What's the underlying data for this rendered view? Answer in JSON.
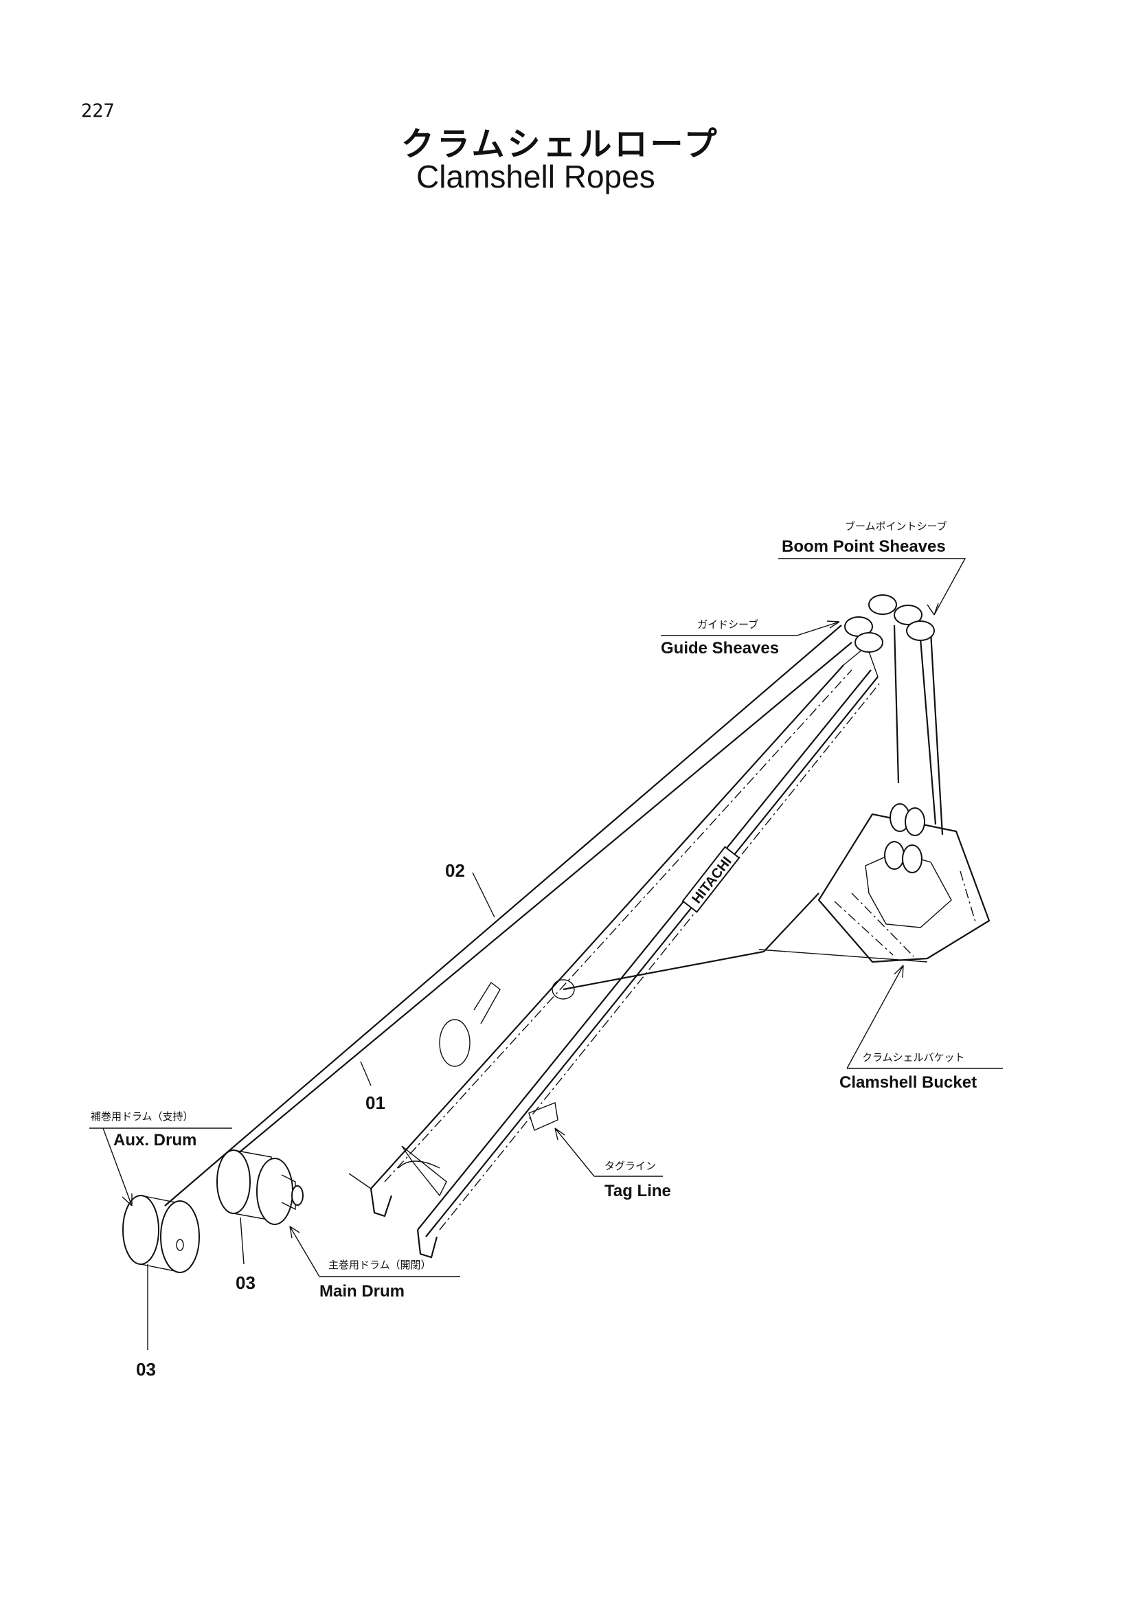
{
  "page_number": "227",
  "title_jp": "クラムシェルロープ",
  "title_en": "Clamshell Ropes",
  "labels": {
    "boom_point_sheaves": {
      "jp": "ブームポイントシーブ",
      "en": "Boom Point Sheaves"
    },
    "guide_sheaves": {
      "jp": "ガイドシーブ",
      "en": "Guide Sheaves"
    },
    "clamshell_bucket": {
      "jp": "クラムシェルバケット",
      "en": "Clamshell Bucket"
    },
    "tag_line": {
      "jp": "タグライン",
      "en": "Tag Line"
    },
    "aux_drum": {
      "jp": "補巻用ドラム（支持）",
      "en": "Aux. Drum"
    },
    "main_drum": {
      "jp": "主巻用ドラム（開閉）",
      "en": "Main Drum"
    }
  },
  "parts": {
    "p01": "01",
    "p02": "02",
    "p03a": "03",
    "p03b": "03"
  },
  "boom_text": "HITACHI"
}
